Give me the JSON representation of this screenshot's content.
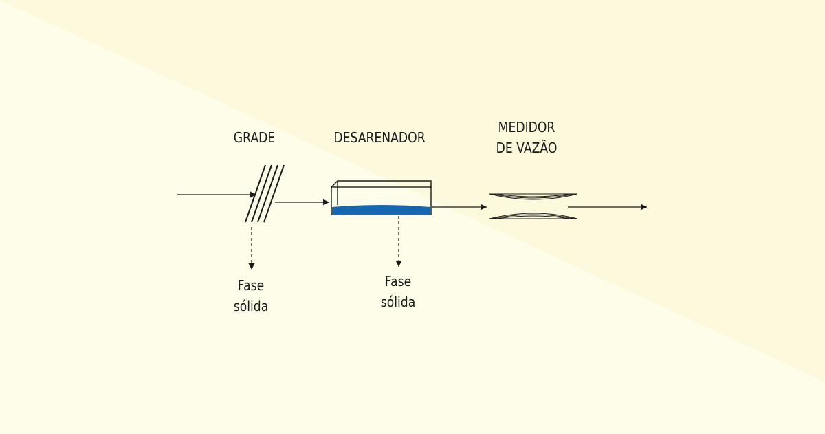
{
  "labels": {
    "grade": "GRADE",
    "desarenador": "DESARENADOR",
    "medidor_line1": "MEDIDOR",
    "medidor_line2": "DE VAZÃO",
    "fase_grade_line1": "Fase",
    "fase_grade_line2": "sólida",
    "fase_desarenador_line1": "Fase",
    "fase_desarenador_line2": "sólida"
  },
  "colors": {
    "background": "#fdfde9",
    "background_band": "#fcf9dc",
    "stroke": "#1a1a1a",
    "sediment": "#1565b0"
  }
}
